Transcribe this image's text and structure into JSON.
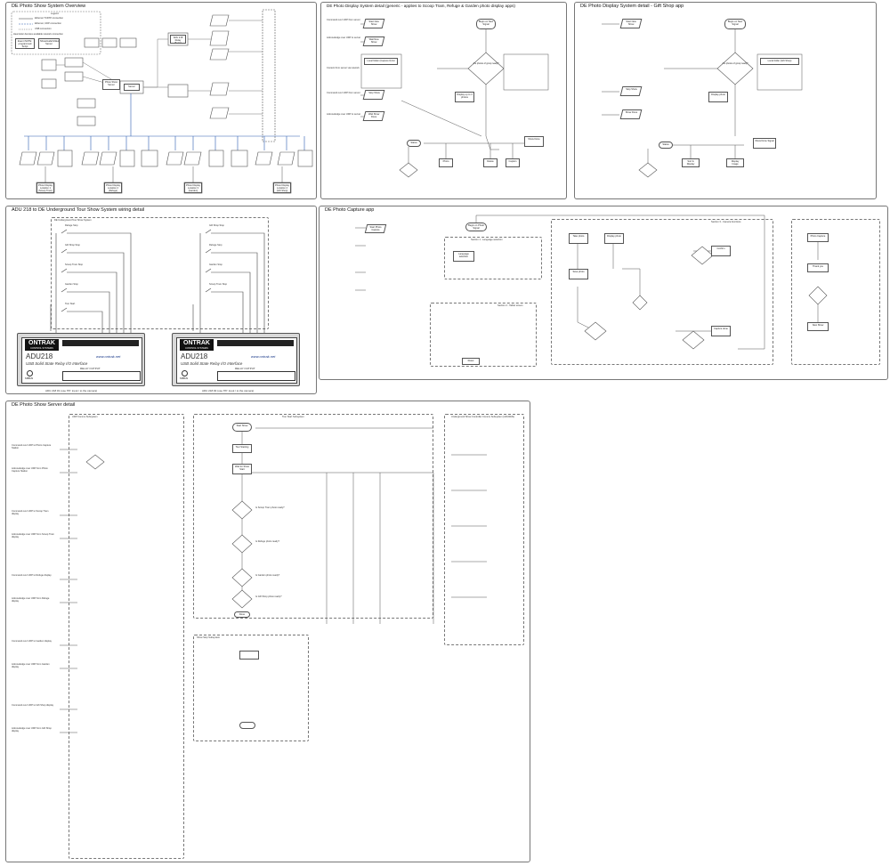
{
  "panels": {
    "overview": {
      "title": "DE Photo Show System Overview"
    },
    "display_generic": {
      "title": "DE Photo Display System detail (generic - applies to Scoop Tram, Refuge & Garden photo display apps)"
    },
    "display_gift": {
      "title": "DE Photo Display System detail - Gift Shop app"
    },
    "adu": {
      "title": "ADU 218 to DE Underground Tour Show System wiring detail"
    },
    "capture": {
      "title": "DE Photo Capture app"
    },
    "server": {
      "title": "DE Photo Show Server detail"
    }
  },
  "overview": {
    "legend_title": "Legend",
    "legend": [
      "Ethernet TCP/IP connection",
      "Ethernet, UDP connection",
      "USB connection"
    ],
    "legend_note": "Heat letter denotes available network connection",
    "boxes": [
      "Event /NOTE: programmed Script",
      "Show/Audio/Video Server",
      "Photo Show Server",
      "Server"
    ],
    "relay": "ADU 218 Relay Board",
    "capture": [
      "Photo Capture Station",
      "Photo Capture Station",
      "Photo Capture Station",
      "Photo Capture Station"
    ],
    "displays": [
      "Photo Display Location 1 (Scoop Tram)",
      "Photo Display Location 2 (Refuge)",
      "Photo Display Location 3 (Garden)",
      "Photo Display Location 4 (Gift Shop)"
    ]
  },
  "generic": {
    "top_labels": [
      "Command over UDP from server",
      "Acknowledge over UDP to server",
      "Content from server via network",
      "Command over UDP from server",
      "Acknowledge over UDP to server"
    ],
    "steps": [
      "Start New Show",
      "Wait New Show",
      "Begin on New Signal",
      "Are photos of group ready?",
      "Local folder (Capture #) list",
      "Display up to 4 photos",
      "Show Done",
      "Stop Show",
      "Wait Show Done"
    ],
    "bottom": [
      "Status",
      "Photo",
      "Delete",
      "Caption"
    ]
  },
  "gift": {
    "steps": [
      "Start New Show",
      "Begin on New Signal",
      "Are photos of group ready?",
      "Local folder (Gift Shop)",
      "Display photo",
      "Stop Show",
      "Show Done",
      "Show Done Signal"
    ],
    "bottom": [
      "Status",
      "Sort & Display",
      "Display Image"
    ]
  },
  "adu": {
    "group_label": "DE Underground Tour Show System",
    "boards": [
      {
        "brand": "ONTRAK",
        "sub": "CONTROL SYSTEMS",
        "model": "ADU218",
        "desc": "USB Solid State Relay I/O Interface",
        "url": "www.ontrak.net",
        "footer": "ADU 218 #1 (use 'PK' input / to the camera)"
      },
      {
        "brand": "ONTRAK",
        "sub": "CONTROL SYSTEMS",
        "model": "ADU218",
        "desc": "USB Solid State Relay I/O Interface",
        "url": "www.ontrak.net",
        "footer": "ADU 218 #2 (use 'PK' input / to the camera)"
      }
    ],
    "switches": [
      "Refuge Stop",
      "Gift Shop Stop",
      "Scoop Tram Stop",
      "Garden Stop",
      "Tour Start"
    ],
    "switches2": [
      "Gift Shop Stop",
      "Refuge Stop",
      "Garden Stop",
      "Scoop Tram Stop"
    ],
    "relay_label": "RELAY OUTPUT",
    "status": "status"
  },
  "capture": {
    "sections": [
      "Section 1 - Language selection",
      "Section 2 - Tablet screen",
      "Section 3 - Camera functions"
    ],
    "steps": [
      "Begin on Photo Signal",
      "Start Photo Capture",
      "Language selection",
      "Take photo",
      "Display photo",
      "Save photo",
      "Confirm",
      "Capture done",
      "Reset"
    ],
    "right": [
      "Photo Capture",
      "Thank you",
      "New Show"
    ]
  },
  "server": {
    "sections": [
      "UDP Comms Subsystem",
      "Tour Start Subsystem",
      "Underground Show Controller Comms Subsystem (ADU218s)"
    ],
    "steps": [
      "Start Show",
      "Tour Starting",
      "Wait for Show Start",
      "Is Scoop Tram photo ready?",
      "Is Refuge photo ready?",
      "Is Garden photo ready?",
      "Is Gift Shop photo ready?",
      "Done"
    ],
    "subsection": "Show Stop Subsystem",
    "left_labels": [
      "Command over UDP to Photo Capture Station",
      "Acknowledge over UDP from Photo Capture Station",
      "Command over UDP to Scoop Tram display",
      "Acknowledge over UDP from Scoop Tram display",
      "Command over UDP to Refuge display",
      "Acknowledge over UDP from Refuge display",
      "Command over UDP to Garden display",
      "Acknowledge over UDP from Garden display",
      "Command over UDP to Gift Shop display",
      "Acknowledge over UDP from Gift Shop display"
    ]
  }
}
